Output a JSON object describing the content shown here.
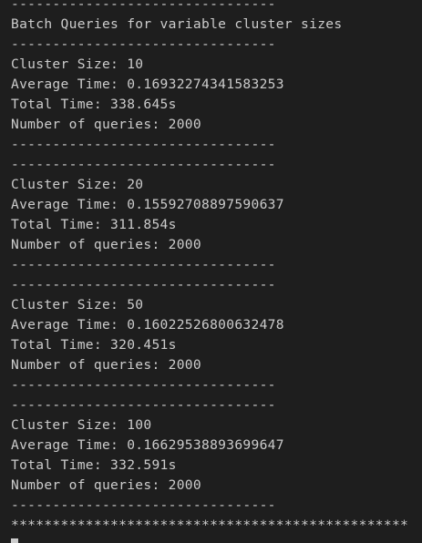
{
  "terminal": {
    "lines": [
      "--------------------------------",
      "Batch Queries for variable cluster sizes",
      "--------------------------------",
      "Cluster Size: 10",
      "Average Time: 0.16932274341583253",
      "Total Time: 338.645s",
      "Number of queries: 2000",
      "--------------------------------",
      "--------------------------------",
      "Cluster Size: 20",
      "Average Time: 0.15592708897590637",
      "Total Time: 311.854s",
      "Number of queries: 2000",
      "--------------------------------",
      "--------------------------------",
      "Cluster Size: 50",
      "Average Time: 0.16022526800632478",
      "Total Time: 320.451s",
      "Number of queries: 2000",
      "--------------------------------",
      "--------------------------------",
      "Cluster Size: 100",
      "Average Time: 0.16629538893699647",
      "Total Time: 332.591s",
      "Number of queries: 2000",
      "--------------------------------",
      "************************************************"
    ]
  }
}
